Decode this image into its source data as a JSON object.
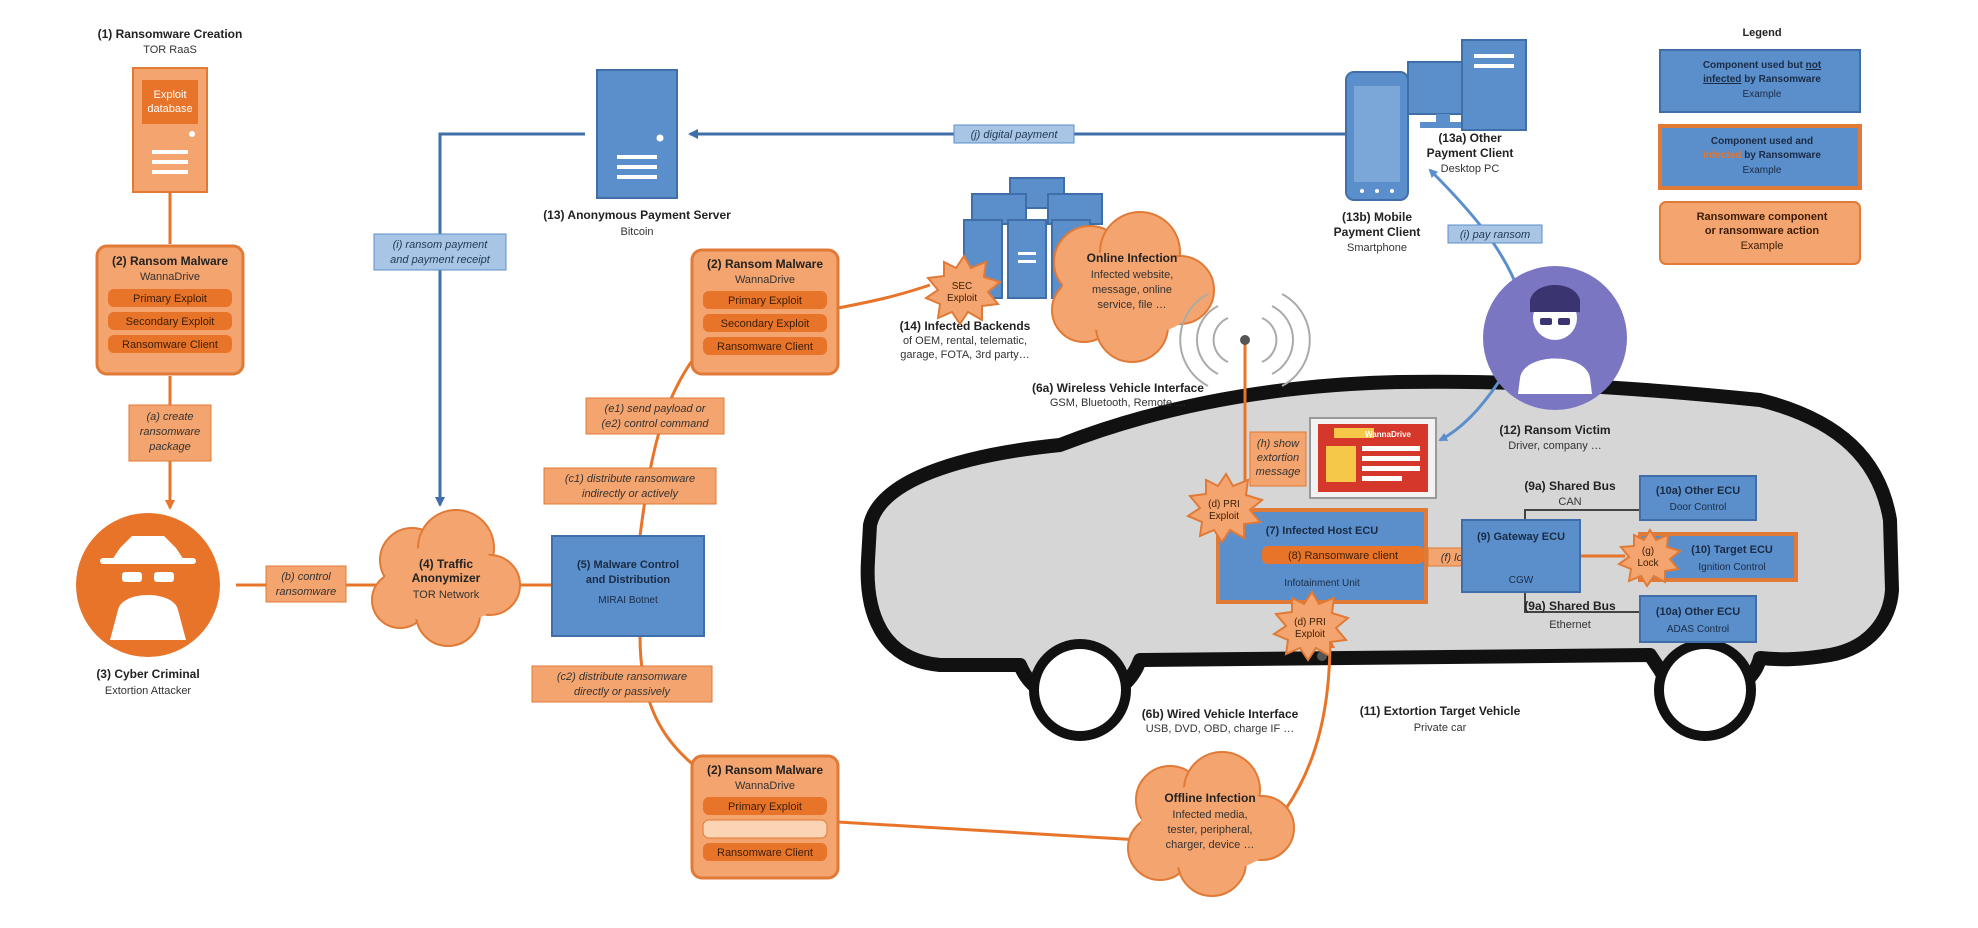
{
  "colors": {
    "blue_fill": "#5b8fcb",
    "blue_stroke": "#3f6ea8",
    "orange_fill": "#f4a46e",
    "orange_stroke": "#e07a36",
    "orange_dark": "#e8742a",
    "purple": "#7b76c2",
    "car_fill": "#d6d6d6",
    "car_outline": "#111111"
  },
  "legend": {
    "title": "Legend",
    "item1": {
      "line1_a": "Component used but ",
      "line1_b": "not",
      "line2_a": "infected",
      "line2_b": " by Ransomware",
      "sub": "Example"
    },
    "item2": {
      "line1": "Component used and",
      "line2_a": "infected",
      "line2_b": " by Ransomware",
      "sub": "Example"
    },
    "item3": {
      "line1": "Ransomware component",
      "line2": "or ransomware action",
      "sub": "Example"
    }
  },
  "nodes": {
    "n1": {
      "title": "(1) Ransomware Creation",
      "sub": "TOR RaaS",
      "db1": "Exploit",
      "db2": "database"
    },
    "malware_top": {
      "title": "(2) Ransom Malware",
      "sub": "WannaDrive",
      "items": [
        "Primary Exploit",
        "Secondary Exploit",
        "Ransomware Client"
      ]
    },
    "malware_mid": {
      "title": "(2) Ransom Malware",
      "sub": "WannaDrive",
      "items": [
        "Primary Exploit",
        "Secondary Exploit",
        "Ransomware Client"
      ]
    },
    "malware_bot": {
      "title": "(2) Ransom Malware",
      "sub": "WannaDrive",
      "items": [
        "Primary Exploit",
        "",
        "Ransomware Client"
      ]
    },
    "n3": {
      "title": "(3) Cyber Criminal",
      "sub": "Extortion Attacker"
    },
    "n4": {
      "l1": "(4) Traffic",
      "l2": "Anonymizer",
      "sub": "TOR Network"
    },
    "n5": {
      "l1": "(5) Malware Control",
      "l2": "and Distribution",
      "sub": "MIRAI Botnet"
    },
    "n13": {
      "title": "(13) Anonymous Payment Server",
      "sub": "Bitcoin"
    },
    "n13a": {
      "l1": "(13a) Other",
      "l2": "Payment Client",
      "sub": "Desktop PC"
    },
    "n13b": {
      "l1": "(13b) Mobile",
      "l2": "Payment Client",
      "sub": "Smartphone"
    },
    "n14": {
      "title": "(14) Infected Backends",
      "l1": "of OEM, rental, telematic,",
      "l2": "garage, FOTA, 3rd party…"
    },
    "online": {
      "title": "Online Infection",
      "l1": "Infected website,",
      "l2": "message, online",
      "l3": "service, file …"
    },
    "offline": {
      "title": "Offline Infection",
      "l1": "Infected media,",
      "l2": "tester, peripheral,",
      "l3": "charger, device …"
    },
    "n6a": {
      "title": "(6a) Wireless Vehicle Interface",
      "sub": "GSM, Bluetooth, Remote …"
    },
    "n6b": {
      "title": "(6b) Wired Vehicle Interface",
      "sub": "USB, DVD, OBD, charge IF …"
    },
    "n11": {
      "title": "(11) Extortion Target Vehicle",
      "sub": "Private car"
    },
    "n12": {
      "title": "(12) Ransom Victim",
      "sub": "Driver, company …"
    },
    "n7": {
      "title": "(7) Infected Host ECU",
      "client": "(8) Ransomware client",
      "sub": "Infotainment Unit"
    },
    "n9": {
      "title": "(9) Gateway ECU",
      "sub": "CGW"
    },
    "n9a_can": {
      "title": "(9a) Shared Bus",
      "sub": "CAN"
    },
    "n9a_eth": {
      "title": "(9a) Shared Bus",
      "sub": "Ethernet"
    },
    "n10a_door": {
      "title": "(10a) Other ECU",
      "sub": "Door Control"
    },
    "n10": {
      "title": "(10) Target ECU",
      "sub": "Ignition Control"
    },
    "n10a_adas": {
      "title": "(10a) Other ECU",
      "sub": "ADAS Control"
    },
    "screen": {
      "title": "WannaDrive"
    }
  },
  "bursts": {
    "sec": {
      "l1": "SEC",
      "l2": "Exploit"
    },
    "pri_top": {
      "l1": "(d) PRI",
      "l2": "Exploit"
    },
    "pri_bot": {
      "l1": "(d) PRI",
      "l2": "Exploit"
    },
    "lock": {
      "l1": "(g)",
      "l2": "Lock"
    }
  },
  "labels": {
    "a": [
      "(a) create",
      "ransomware",
      "package"
    ],
    "b": [
      "(b) control",
      "ransomware"
    ],
    "c1": [
      "(c1) distribute ransomware",
      "indirectly or actively"
    ],
    "c2": [
      "(c2) distribute ransomware",
      "directly or passively"
    ],
    "e": [
      "(e1) send payload or",
      "(e2) control command"
    ],
    "h": [
      "(h) show",
      "extortion",
      "message"
    ],
    "f": "(f) lock() / unlock()",
    "i": "(i) pay ransom",
    "j": "(j) digital payment",
    "k": [
      "(i) ransom payment",
      "and payment receipt"
    ]
  }
}
